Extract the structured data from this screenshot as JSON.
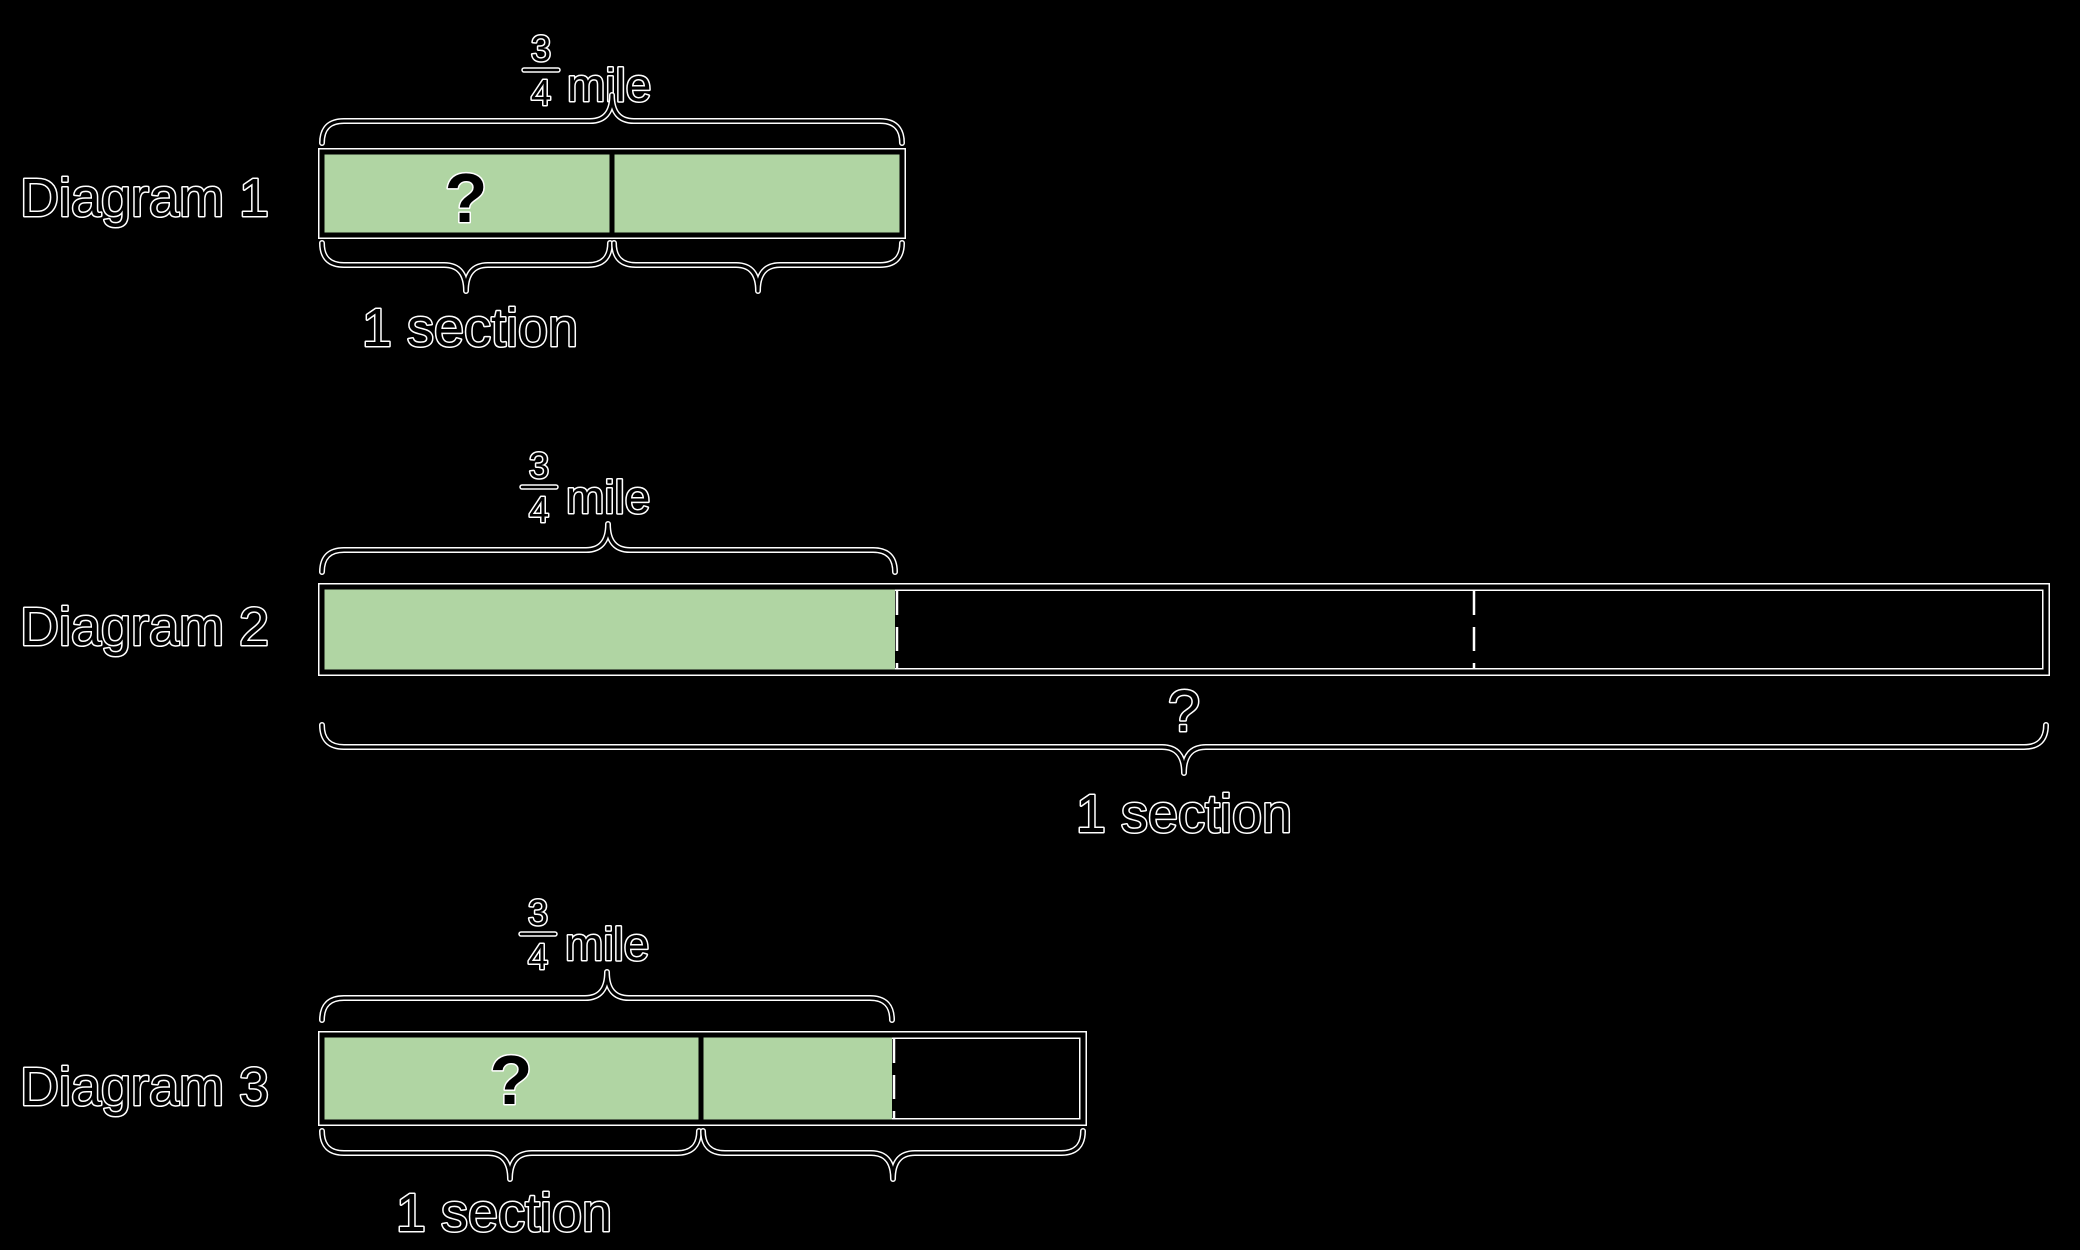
{
  "colors": {
    "background": "#000000",
    "bar_fill": "#b0d5a3",
    "line": "#000000",
    "halo": "#ffffff"
  },
  "diagrams": [
    {
      "label": "Diagram 1",
      "distance_label": {
        "numerator": "3",
        "denominator": "4",
        "unit": "mile"
      },
      "bar_question": "?",
      "section_label": "1 section",
      "segments": [
        "shaded",
        "shaded"
      ]
    },
    {
      "label": "Diagram 2",
      "distance_label": {
        "numerator": "3",
        "denominator": "4",
        "unit": "mile"
      },
      "whole_question": "?",
      "section_label": "1 section",
      "segments": [
        "shaded",
        "empty",
        "empty"
      ]
    },
    {
      "label": "Diagram 3",
      "distance_label": {
        "numerator": "3",
        "denominator": "4",
        "unit": "mile"
      },
      "bar_question": "?",
      "section_label": "1 section",
      "segments": [
        "shaded",
        "shaded",
        "empty"
      ]
    }
  ]
}
